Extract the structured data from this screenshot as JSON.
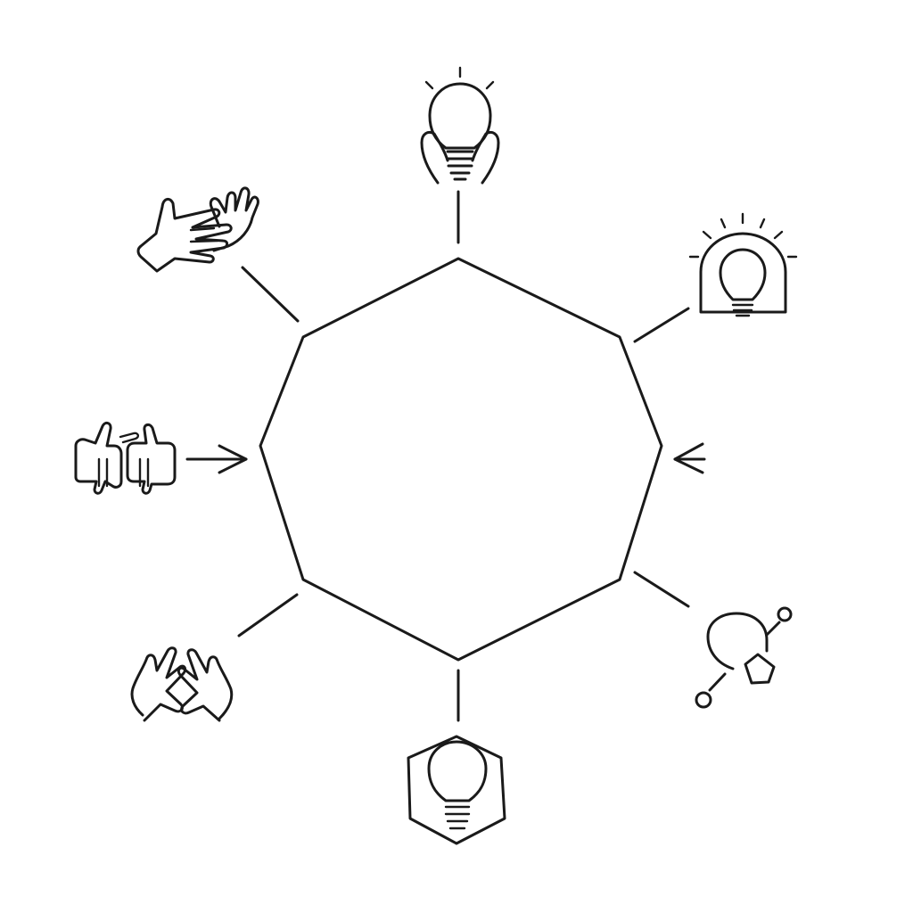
{
  "diagram": {
    "center_shape": "octagon",
    "colors": {
      "background": "#ffffff",
      "ink": "#1a1a1a"
    },
    "nodes": [
      {
        "id": "top",
        "icon": "lightbulb-with-hands-icon",
        "connector": "line"
      },
      {
        "id": "upper-right",
        "icon": "lightbulb-in-arch-icon",
        "connector": "line"
      },
      {
        "id": "right",
        "icon": "none",
        "connector": "arrow-in"
      },
      {
        "id": "lower-right",
        "icon": "head-network-icon",
        "connector": "line"
      },
      {
        "id": "bottom",
        "icon": "lightbulb-in-hexagon-icon",
        "connector": "line"
      },
      {
        "id": "lower-left",
        "icon": "pointing-hands-icon",
        "connector": "line"
      },
      {
        "id": "left",
        "icon": "hand-gestures-icon",
        "connector": "arrow-in"
      },
      {
        "id": "upper-left",
        "icon": "helping-hands-icon",
        "connector": "line"
      }
    ]
  }
}
